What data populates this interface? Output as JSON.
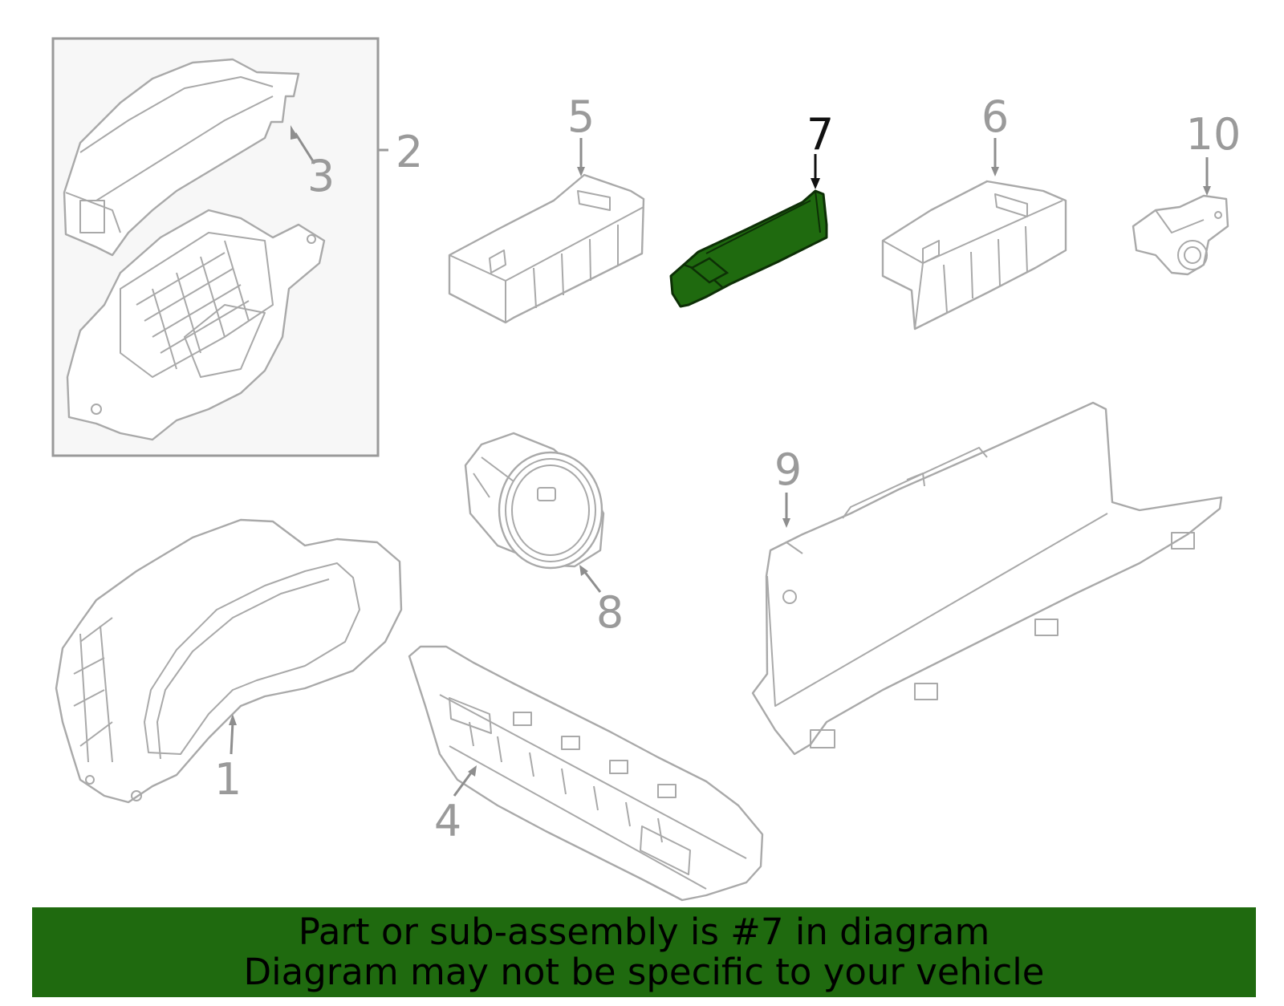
{
  "callouts": {
    "c1": "1",
    "c2": "2",
    "c3": "3",
    "c4": "4",
    "c5": "5",
    "c6": "6",
    "c7": "7",
    "c8": "8",
    "c9": "9",
    "c10": "10"
  },
  "highlight": {
    "part": "7",
    "color": "#1f6a0f"
  },
  "banner": {
    "line1": "Part or sub-assembly is #7 in diagram",
    "line2": "Diagram may not be specific to your vehicle",
    "background": "#1f6a0f"
  }
}
